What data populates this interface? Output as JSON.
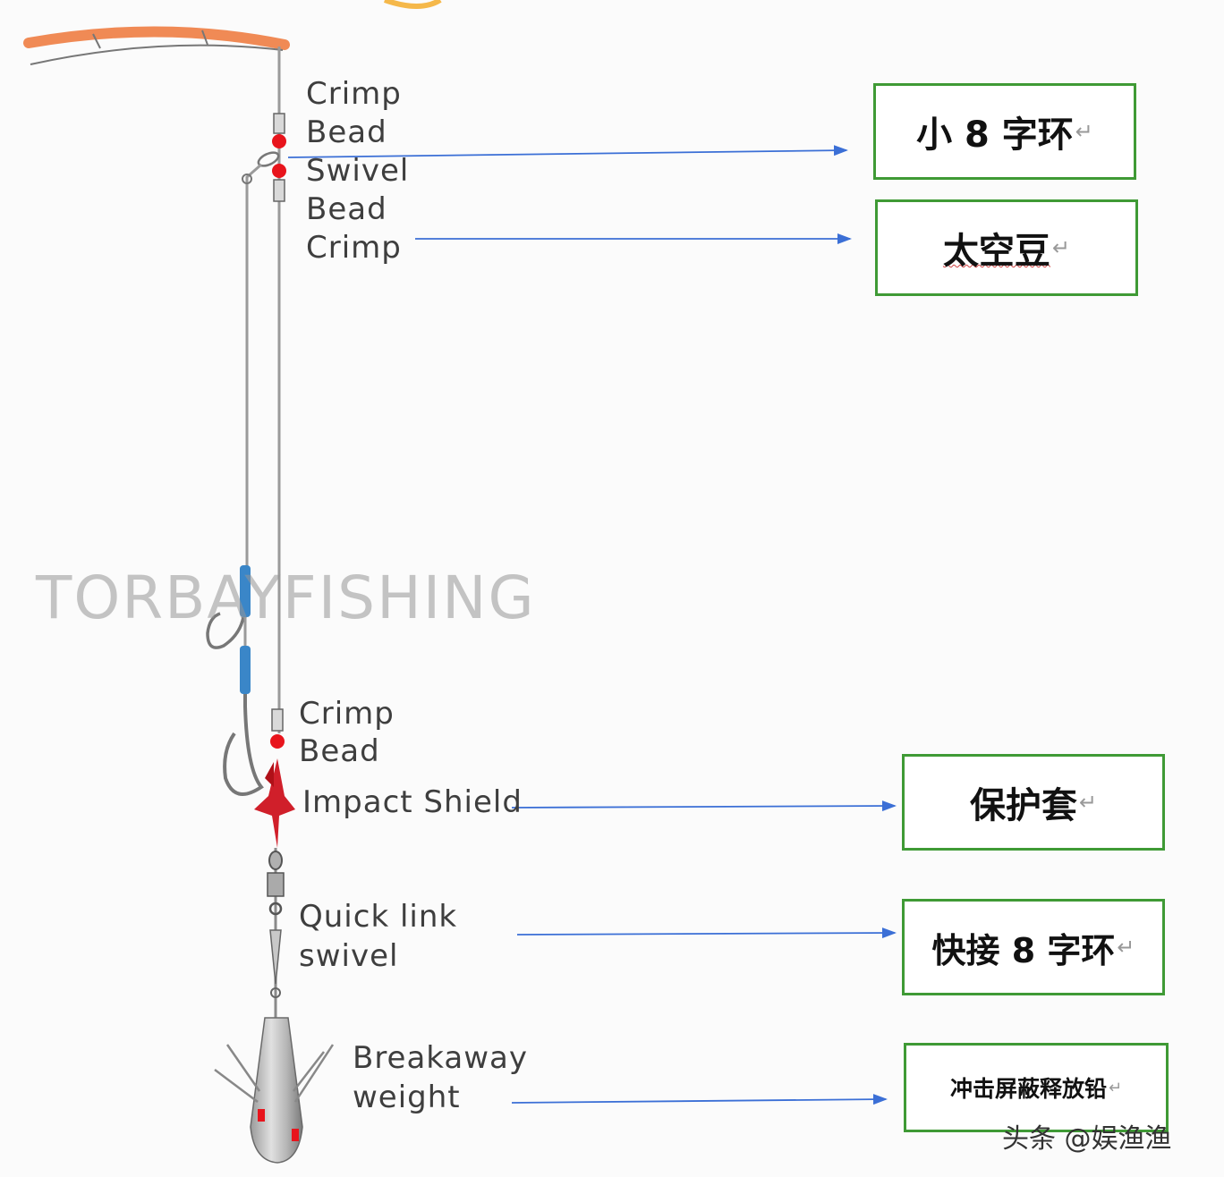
{
  "labels": {
    "crimp_1": "Crimp",
    "bead_1": "Bead",
    "swivel": "Swivel",
    "bead_2": "Bead",
    "crimp_2": "Crimp",
    "crimp_3": "Crimp",
    "bead_3": "Bead",
    "impact_shield": "Impact Shield",
    "quick_link": "Quick link",
    "swivel_2": "swivel",
    "breakaway": "Breakaway",
    "weight": "weight"
  },
  "boxes": {
    "swivel_cn": "小 8 字环",
    "bead_cn": "太空豆",
    "shield_cn": "保护套",
    "quicklink_cn": "快接 8 字环",
    "weight_cn": "冲击屏蔽释放铅"
  },
  "return_mark": "↵",
  "watermark": "TORBAYFISHING",
  "credit": "头条 @娱渔渔",
  "colors": {
    "arrow": "#3b6fd6",
    "box_border": "#3f9a35",
    "bead": "#e8141c",
    "shield": "#d01f2a",
    "rod": "#f08a55",
    "line": "#9a9a9a",
    "snood": "#3a86c8"
  }
}
